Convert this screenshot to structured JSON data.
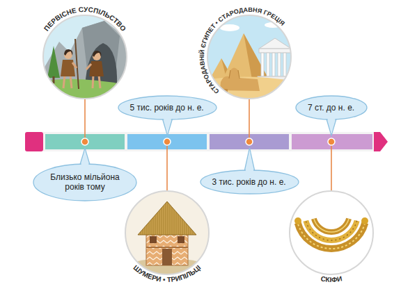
{
  "diagram": {
    "nodes": [
      {
        "text": [
          "ПЕРВІСНЕ СУСПІЛЬСТВО"
        ]
      },
      {
        "text": [
          "Близько мільйона років тому"
        ]
      },
      {
        "text": [
          "5 тис. років до н. е."
        ]
      },
      {
        "text": [
          "ШУМЕРИ • ТРИПІЛЬЦІ"
        ]
      },
      {
        "text": [
          "СТАРОДАВНІЙ ЄГИПЕТ • СТАРОДАВНЯ ГРЕЦІЯ"
        ]
      },
      {
        "text": [
          "3 тис. років до н. е."
        ]
      },
      {
        "text": [
          "7 ст. до н. е."
        ]
      },
      {
        "text": [
          "СКІФИ"
        ]
      }
    ]
  }
}
